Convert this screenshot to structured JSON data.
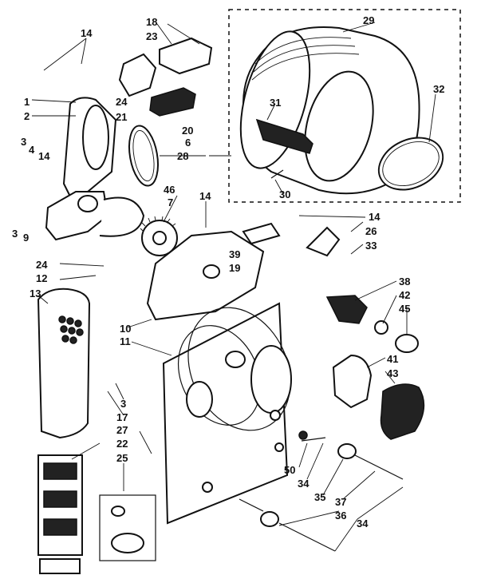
{
  "diagram": {
    "callouts": [
      {
        "id": "c14a",
        "text": "14"
      },
      {
        "id": "c18",
        "text": "18"
      },
      {
        "id": "c23",
        "text": "23"
      },
      {
        "id": "c29",
        "text": "29"
      },
      {
        "id": "c32",
        "text": "32"
      },
      {
        "id": "c31",
        "text": "31"
      },
      {
        "id": "c30",
        "text": "30"
      },
      {
        "id": "c1",
        "text": "1"
      },
      {
        "id": "c2",
        "text": "2"
      },
      {
        "id": "c24a",
        "text": "24"
      },
      {
        "id": "c21",
        "text": "21"
      },
      {
        "id": "c20",
        "text": "20"
      },
      {
        "id": "c6",
        "text": "6"
      },
      {
        "id": "c28",
        "text": "28"
      },
      {
        "id": "c3a",
        "text": "3"
      },
      {
        "id": "c4",
        "text": "4"
      },
      {
        "id": "c14b",
        "text": "14"
      },
      {
        "id": "c46",
        "text": "46"
      },
      {
        "id": "c7",
        "text": "7"
      },
      {
        "id": "c14c",
        "text": "14"
      },
      {
        "id": "c14d",
        "text": "14"
      },
      {
        "id": "c26",
        "text": "26"
      },
      {
        "id": "c33",
        "text": "33"
      },
      {
        "id": "c3b",
        "text": "3"
      },
      {
        "id": "c9",
        "text": "9"
      },
      {
        "id": "c39",
        "text": "39"
      },
      {
        "id": "c19",
        "text": "19"
      },
      {
        "id": "c24b",
        "text": "24"
      },
      {
        "id": "c12",
        "text": "12"
      },
      {
        "id": "c13",
        "text": "13"
      },
      {
        "id": "c38",
        "text": "38"
      },
      {
        "id": "c42",
        "text": "42"
      },
      {
        "id": "c45",
        "text": "45"
      },
      {
        "id": "c10",
        "text": "10"
      },
      {
        "id": "c11",
        "text": "11"
      },
      {
        "id": "c41",
        "text": "41"
      },
      {
        "id": "c43",
        "text": "43"
      },
      {
        "id": "c3c",
        "text": "3"
      },
      {
        "id": "c17",
        "text": "17"
      },
      {
        "id": "c27",
        "text": "27"
      },
      {
        "id": "c22",
        "text": "22"
      },
      {
        "id": "c25",
        "text": "25"
      },
      {
        "id": "c50",
        "text": "50"
      },
      {
        "id": "c34a",
        "text": "34"
      },
      {
        "id": "c35",
        "text": "35"
      },
      {
        "id": "c37",
        "text": "37"
      },
      {
        "id": "c36",
        "text": "36"
      },
      {
        "id": "c34b",
        "text": "34"
      }
    ]
  }
}
